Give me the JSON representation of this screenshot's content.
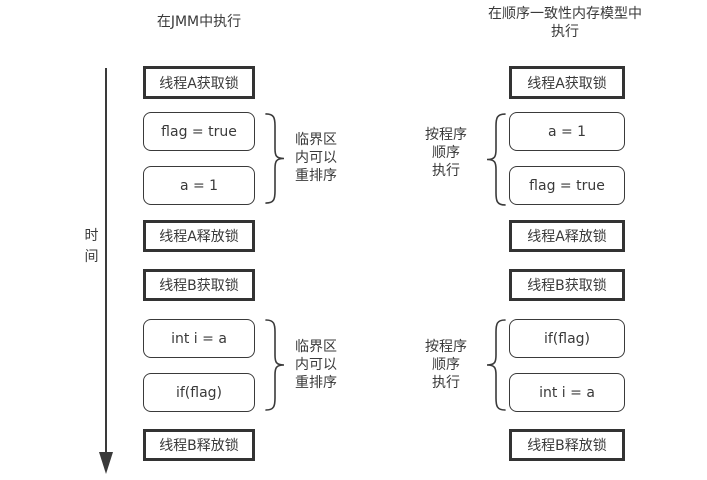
{
  "colors": {
    "ink": "#3a3a3a",
    "lock_border": "#333333",
    "background": "#ffffff"
  },
  "time_axis": {
    "label": "时间"
  },
  "left_column": {
    "title": "在JMM中执行",
    "boxes": [
      {
        "label": "线程A获取锁",
        "type": "lock"
      },
      {
        "label": "flag = true",
        "type": "op"
      },
      {
        "label": "a = 1",
        "type": "op"
      },
      {
        "label": "线程A释放锁",
        "type": "lock"
      },
      {
        "label": "线程B获取锁",
        "type": "lock"
      },
      {
        "label": "int i = a",
        "type": "op"
      },
      {
        "label": "if(flag)",
        "type": "op"
      },
      {
        "label": "线程B释放锁",
        "type": "lock"
      }
    ],
    "annotations": [
      {
        "lines": [
          "临界区",
          "内可以",
          "重排序"
        ]
      },
      {
        "lines": [
          "临界区",
          "内可以",
          "重排序"
        ]
      }
    ]
  },
  "right_column": {
    "title_lines": [
      "在顺序一致性内存模型中",
      "执行"
    ],
    "boxes": [
      {
        "label": "线程A获取锁",
        "type": "lock"
      },
      {
        "label": "a = 1",
        "type": "op"
      },
      {
        "label": "flag = true",
        "type": "op"
      },
      {
        "label": "线程A释放锁",
        "type": "lock"
      },
      {
        "label": "线程B获取锁",
        "type": "lock"
      },
      {
        "label": "if(flag)",
        "type": "op"
      },
      {
        "label": "int i = a",
        "type": "op"
      },
      {
        "label": "线程B释放锁",
        "type": "lock"
      }
    ],
    "annotations": [
      {
        "lines": [
          "按程序",
          "顺序",
          "执行"
        ]
      },
      {
        "lines": [
          "按程序",
          "顺序",
          "执行"
        ]
      }
    ]
  }
}
